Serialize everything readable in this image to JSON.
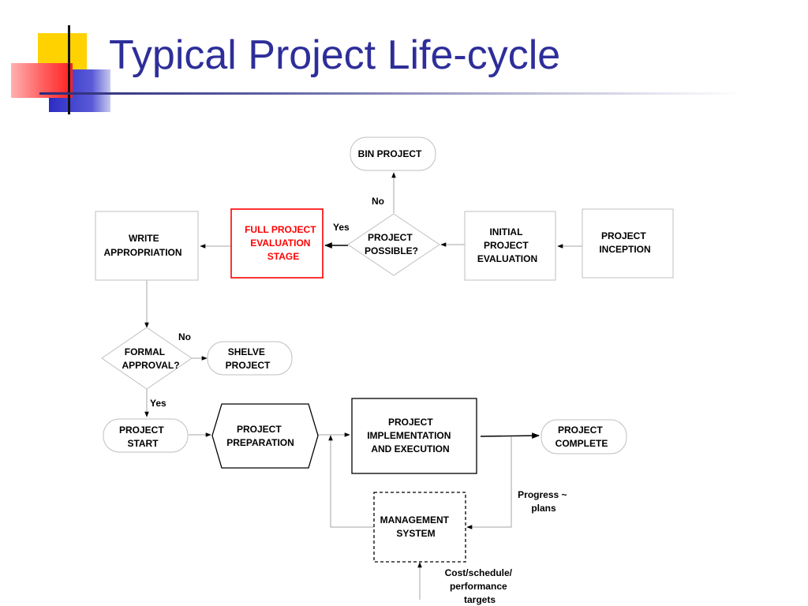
{
  "slide": {
    "title": "Typical Project Life-cycle"
  },
  "colors": {
    "title": "#2e2e9a",
    "accent_red": "#ff0000",
    "accent_yellow": "#ffd200",
    "accent_blue": "#3434c8"
  },
  "nodes": {
    "bin_project": "BIN PROJECT",
    "full_eval": [
      "FULL PROJECT",
      "EVALUATION",
      "STAGE"
    ],
    "project_possible": [
      "PROJECT",
      "POSSIBLE?"
    ],
    "initial_eval": [
      "INITIAL",
      "PROJECT",
      "EVALUATION"
    ],
    "project_inception": [
      "PROJECT",
      "INCEPTION"
    ],
    "write_appropriation": [
      "WRITE",
      "APPROPRIATION"
    ],
    "formal_approval": [
      "FORMAL",
      "APPROVAL?"
    ],
    "shelve_project": [
      "SHELVE",
      "PROJECT"
    ],
    "project_start": [
      "PROJECT",
      "START"
    ],
    "project_preparation": [
      "PROJECT",
      "PREPARATION"
    ],
    "implementation": [
      "PROJECT",
      "IMPLEMENTATION",
      "AND EXECUTION"
    ],
    "project_complete": [
      "PROJECT",
      "COMPLETE"
    ],
    "management_system": [
      "MANAGEMENT",
      "SYSTEM"
    ]
  },
  "edge_labels": {
    "possible_no": "No",
    "possible_yes": "Yes",
    "approval_no": "No",
    "approval_yes": "Yes",
    "progress": [
      "Progress ~",
      "plans"
    ],
    "cost": [
      "Cost/schedule/",
      "performance",
      "targets"
    ]
  }
}
